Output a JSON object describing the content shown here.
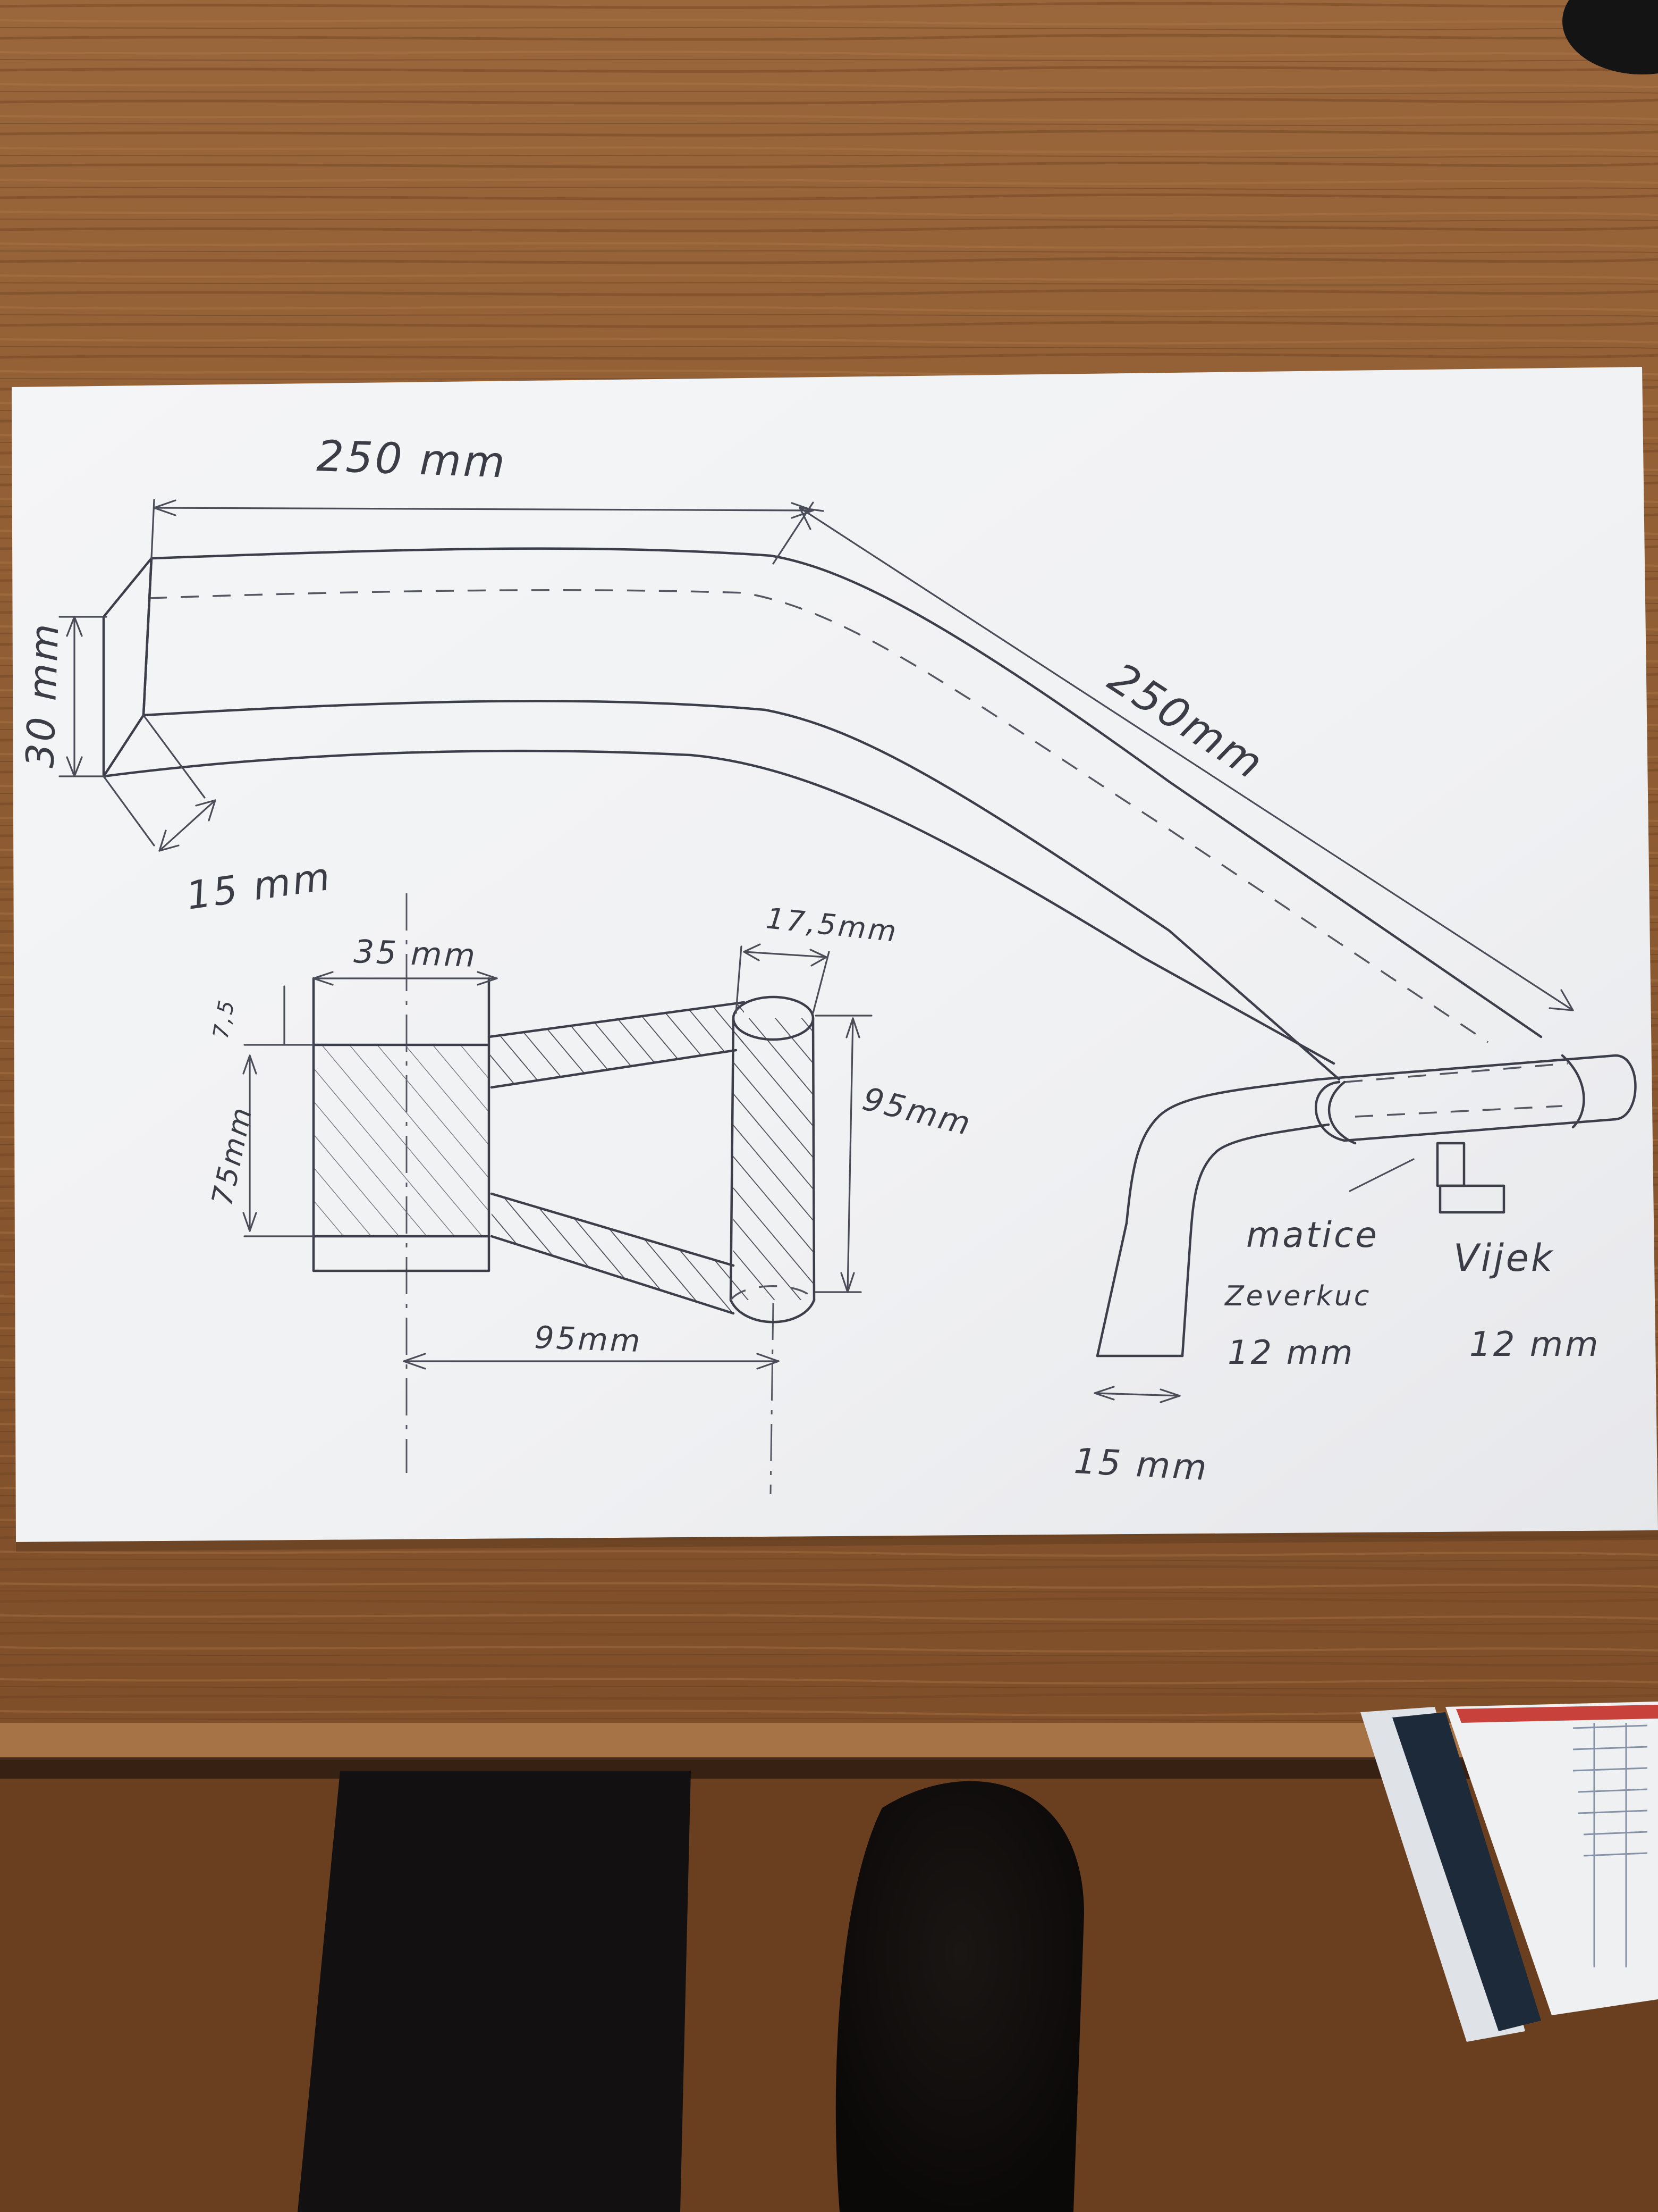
{
  "drawing": {
    "top_length_1": "250 mm",
    "top_length_2": "250mm",
    "height": "30 mm",
    "depth": "15 mm",
    "plate_width": "35 mm",
    "small_offset": "7,5",
    "plate_height": "75mm",
    "tube_diameter": "17,5mm",
    "tube_height": "95mm",
    "spacing": "95mm",
    "nut_label": "matice",
    "nut_type": "Zeverkuc",
    "nut_size": "12 mm",
    "bolt_label": "Vijek",
    "bolt_size": "12 mm",
    "hook_width": "15 mm"
  }
}
